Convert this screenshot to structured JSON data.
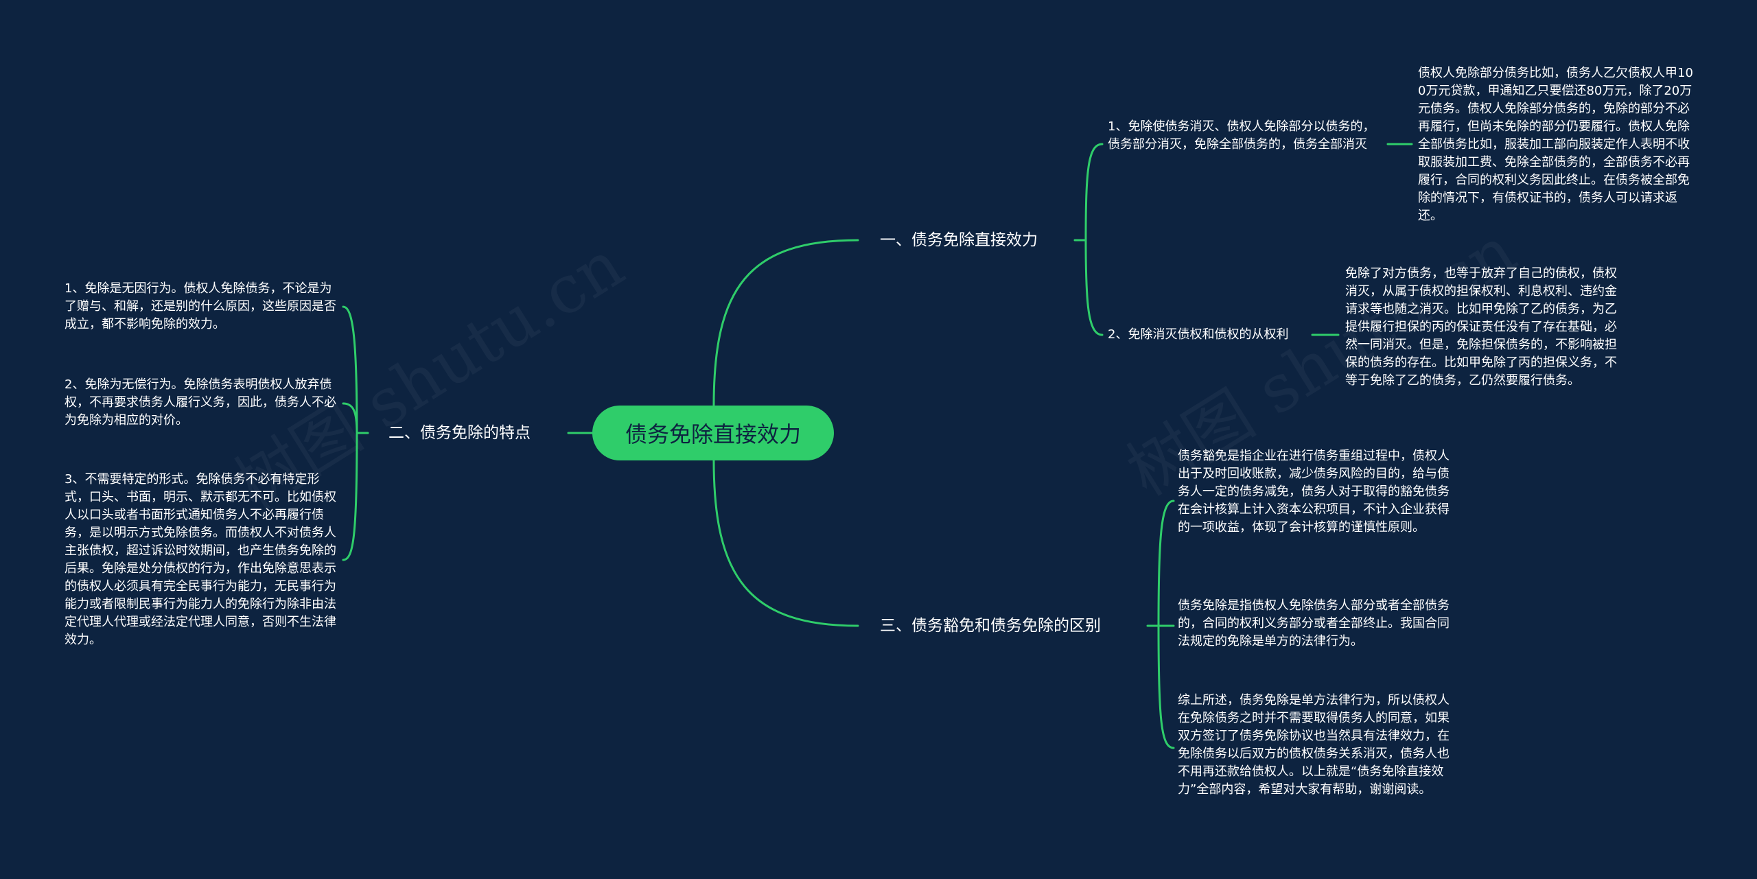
{
  "root": {
    "label": "债务免除直接效力"
  },
  "branches": {
    "b1": {
      "label": "一、债务免除直接效力"
    },
    "b2": {
      "label": "二、债务免除的特点"
    },
    "b3": {
      "label": "三、债务豁免和债务免除的区别"
    }
  },
  "sub": {
    "s1": {
      "label": "1、免除使债务消灭、债权人免除部分以债务的，债务部分消灭，免除全部债务的，债务全部消灭"
    },
    "s2": {
      "label": "2、免除消灭债权和债权的从权利"
    }
  },
  "leaves": {
    "l1": "债权人免除部分债务比如，债务人乙欠债权人甲100万元贷款，甲通知乙只要偿还80万元，除了20万元债务。债权人免除部分债务的，免除的部分不必再履行，但尚未免除的部分仍要履行。债权人免除全部债务比如，服装加工部向服装定作人表明不收取服装加工费、免除全部债务的，全部债务不必再履行，合同的权利义务因此终止。在债务被全部免除的情况下，有债权证书的，债务人可以请求返还。",
    "l2": "免除了对方债务，也等于放弃了自己的债权，债权消灭，从属于债权的担保权利、利息权利、违约金请求等也随之消灭。比如甲免除了乙的债务，为乙提供履行担保的丙的保证责任没有了存在基础，必然一同消灭。但是，免除担保债务的，不影响被担保的债务的存在。比如甲免除了丙的担保义务，不等于免除了乙的债务，乙仍然要履行债务。",
    "l3": "1、免除是无因行为。债权人免除债务，不论是为了赠与、和解，还是别的什么原因，这些原因是否成立，都不影响免除的效力。",
    "l4": "2、免除为无偿行为。免除债务表明债权人放弃债权，不再要求债务人履行义务，因此，债务人不必为免除为相应的对价。",
    "l5": "3、不需要特定的形式。免除债务不必有特定形式，口头、书面，明示、默示都无不可。比如债权人以口头或者书面形式通知债务人不必再履行债务，是以明示方式免除债务。而债权人不对债务人主张债权，超过诉讼时效期间，也产生债务免除的后果。免除是处分债权的行为，作出免除意思表示的债权人必须具有完全民事行为能力，无民事行为能力或者限制民事行为能力人的免除行为除非由法定代理人代理或经法定代理人同意，否则不生法律效力。",
    "l6": "债务豁免是指企业在进行债务重组过程中，债权人出于及时回收账款，减少债务风险的目的，给与债务人一定的债务减免，债务人对于取得的豁免债务在会计核算上计入资本公积项目，不计入企业获得的一项收益，体现了会计核算的谨慎性原则。",
    "l7": "债务免除是指债权人免除债务人部分或者全部债务的，合同的权利义务部分或者全部终止。我国合同法规定的免除是单方的法律行为。",
    "l8": "综上所述，债务免除是单方法律行为，所以债权人在免除债务之时并不需要取得债务人的同意，如果双方签订了债务免除协议也当然具有法律效力，在免除债务以后双方的债权债务关系消灭，债务人也不用再还款给债权人。以上就是“债务免除直接效力”全部内容，希望对大家有帮助，谢谢阅读。"
  },
  "watermark": {
    "text": "树图 shutu.cn"
  },
  "colors": {
    "background": "#0d2340",
    "link": "#2fcd6a",
    "root_fill": "#2fcd6a",
    "text": "#ffffff"
  }
}
